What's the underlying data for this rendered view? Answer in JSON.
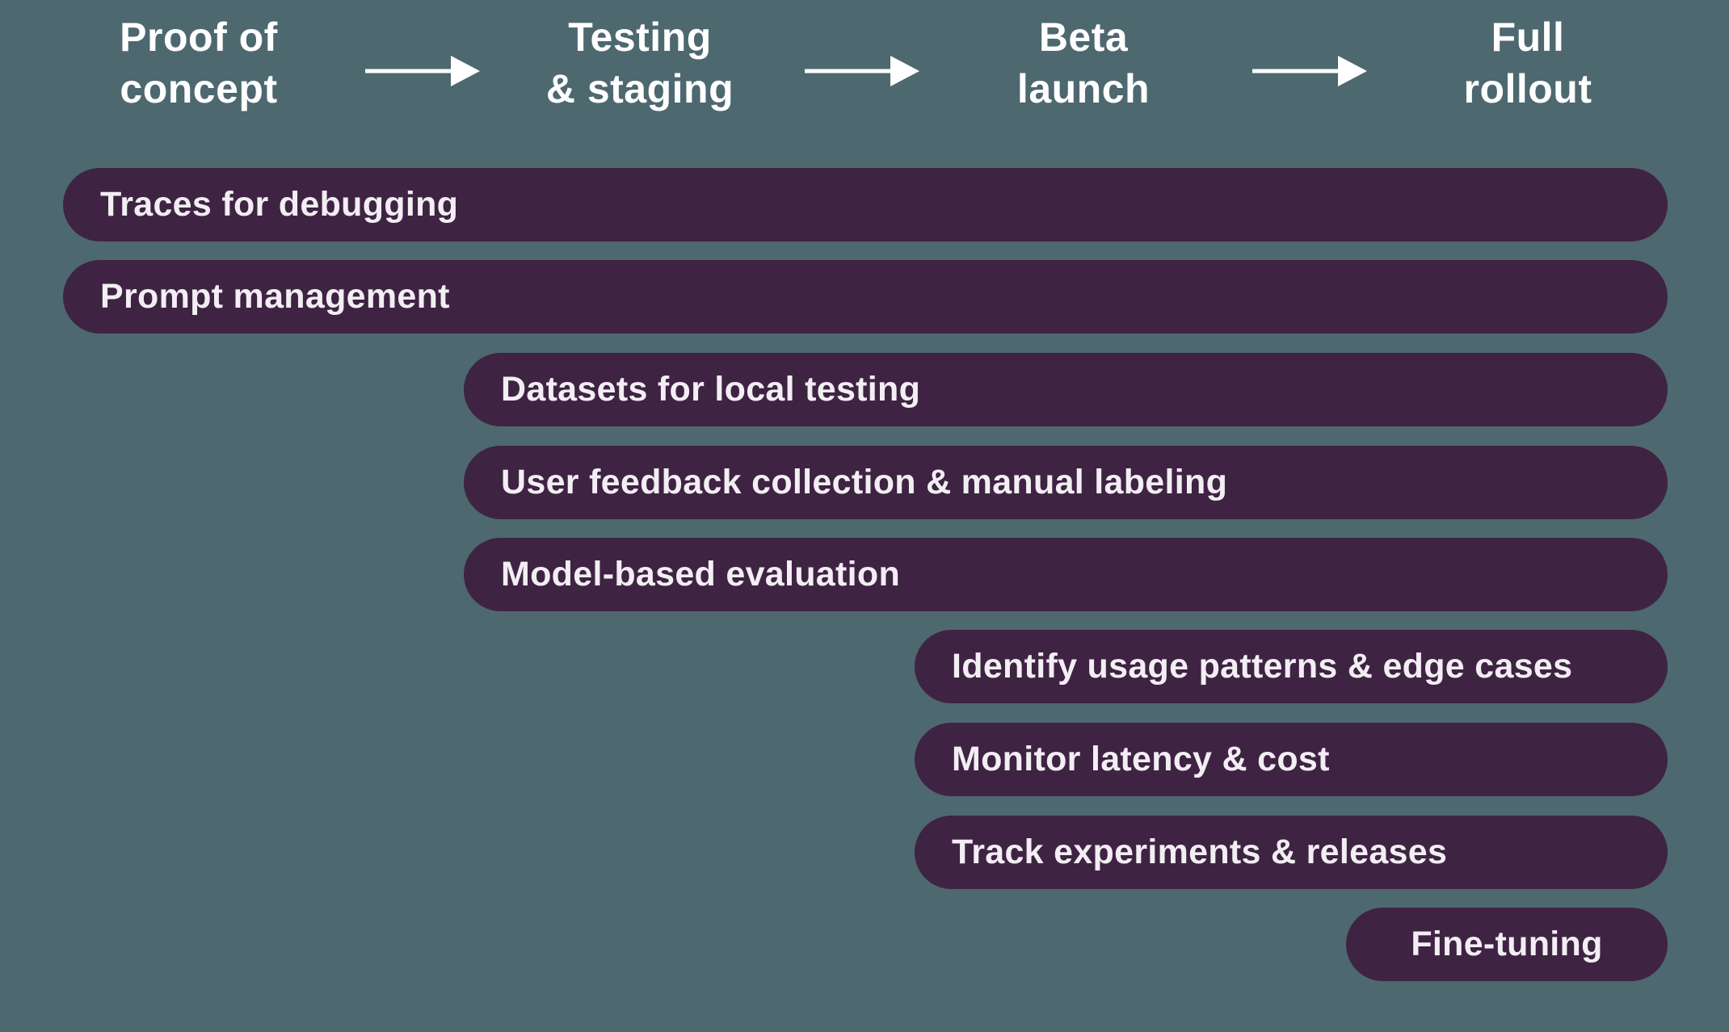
{
  "colors": {
    "background": "#4d686f",
    "bar": "#3f2343",
    "barText": "#f2eef3",
    "headerText": "#ffffff",
    "arrow": "#ffffff"
  },
  "phases": [
    {
      "label": "Proof of\nconcept"
    },
    {
      "label": "Testing\n& staging"
    },
    {
      "label": "Beta\nlaunch"
    },
    {
      "label": "Full\nrollout"
    }
  ],
  "bars": [
    {
      "label": "Traces for debugging",
      "start_phase": "Proof of concept",
      "end_phase": "Full rollout"
    },
    {
      "label": "Prompt management",
      "start_phase": "Proof of concept",
      "end_phase": "Full rollout"
    },
    {
      "label": "Datasets for local testing",
      "start_phase": "Testing & staging",
      "end_phase": "Full rollout"
    },
    {
      "label": "User feedback collection & manual labeling",
      "start_phase": "Testing & staging",
      "end_phase": "Full rollout"
    },
    {
      "label": "Model-based evaluation",
      "start_phase": "Testing & staging",
      "end_phase": "Full rollout"
    },
    {
      "label": "Identify usage patterns & edge cases",
      "start_phase": "Beta launch",
      "end_phase": "Full rollout"
    },
    {
      "label": "Monitor latency & cost",
      "start_phase": "Beta launch",
      "end_phase": "Full rollout"
    },
    {
      "label": "Track experiments & releases",
      "start_phase": "Beta launch",
      "end_phase": "Full rollout"
    },
    {
      "label": "Fine-tuning",
      "start_phase": "Full rollout",
      "end_phase": "Full rollout"
    }
  ]
}
